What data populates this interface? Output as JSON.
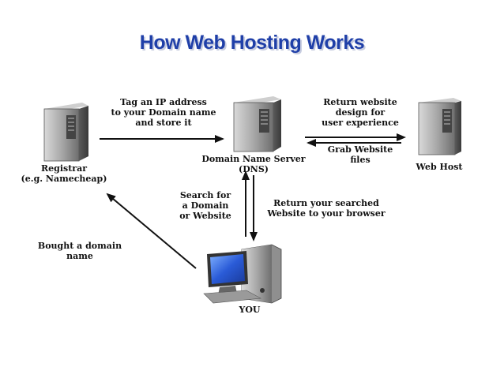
{
  "title": "How Web Hosting Works",
  "nodes": {
    "registrar": {
      "line1": "Registrar",
      "line2": "(e.g. Namecheap)"
    },
    "dns": {
      "line1": "Domain Name Server",
      "line2": "(DNS)"
    },
    "webhost": {
      "label": "Web Host"
    },
    "you": {
      "label": "YOU"
    }
  },
  "edges": {
    "tag_ip": [
      "Tag an IP address",
      "to your Domain name",
      "and store it"
    ],
    "return_design": [
      "Return website",
      "design for",
      "user experience"
    ],
    "grab_files": [
      "Grab Website",
      "files"
    ],
    "search_domain": [
      "Search for",
      "a Domain",
      "or Website"
    ],
    "return_searched": [
      "Return your searched",
      "Website to your browser"
    ],
    "bought_domain": [
      "Bought a domain",
      "name"
    ]
  },
  "colors": {
    "title": "#1f3fa8",
    "server": "#9a9a9a",
    "monitor": "#2a5bd7"
  }
}
